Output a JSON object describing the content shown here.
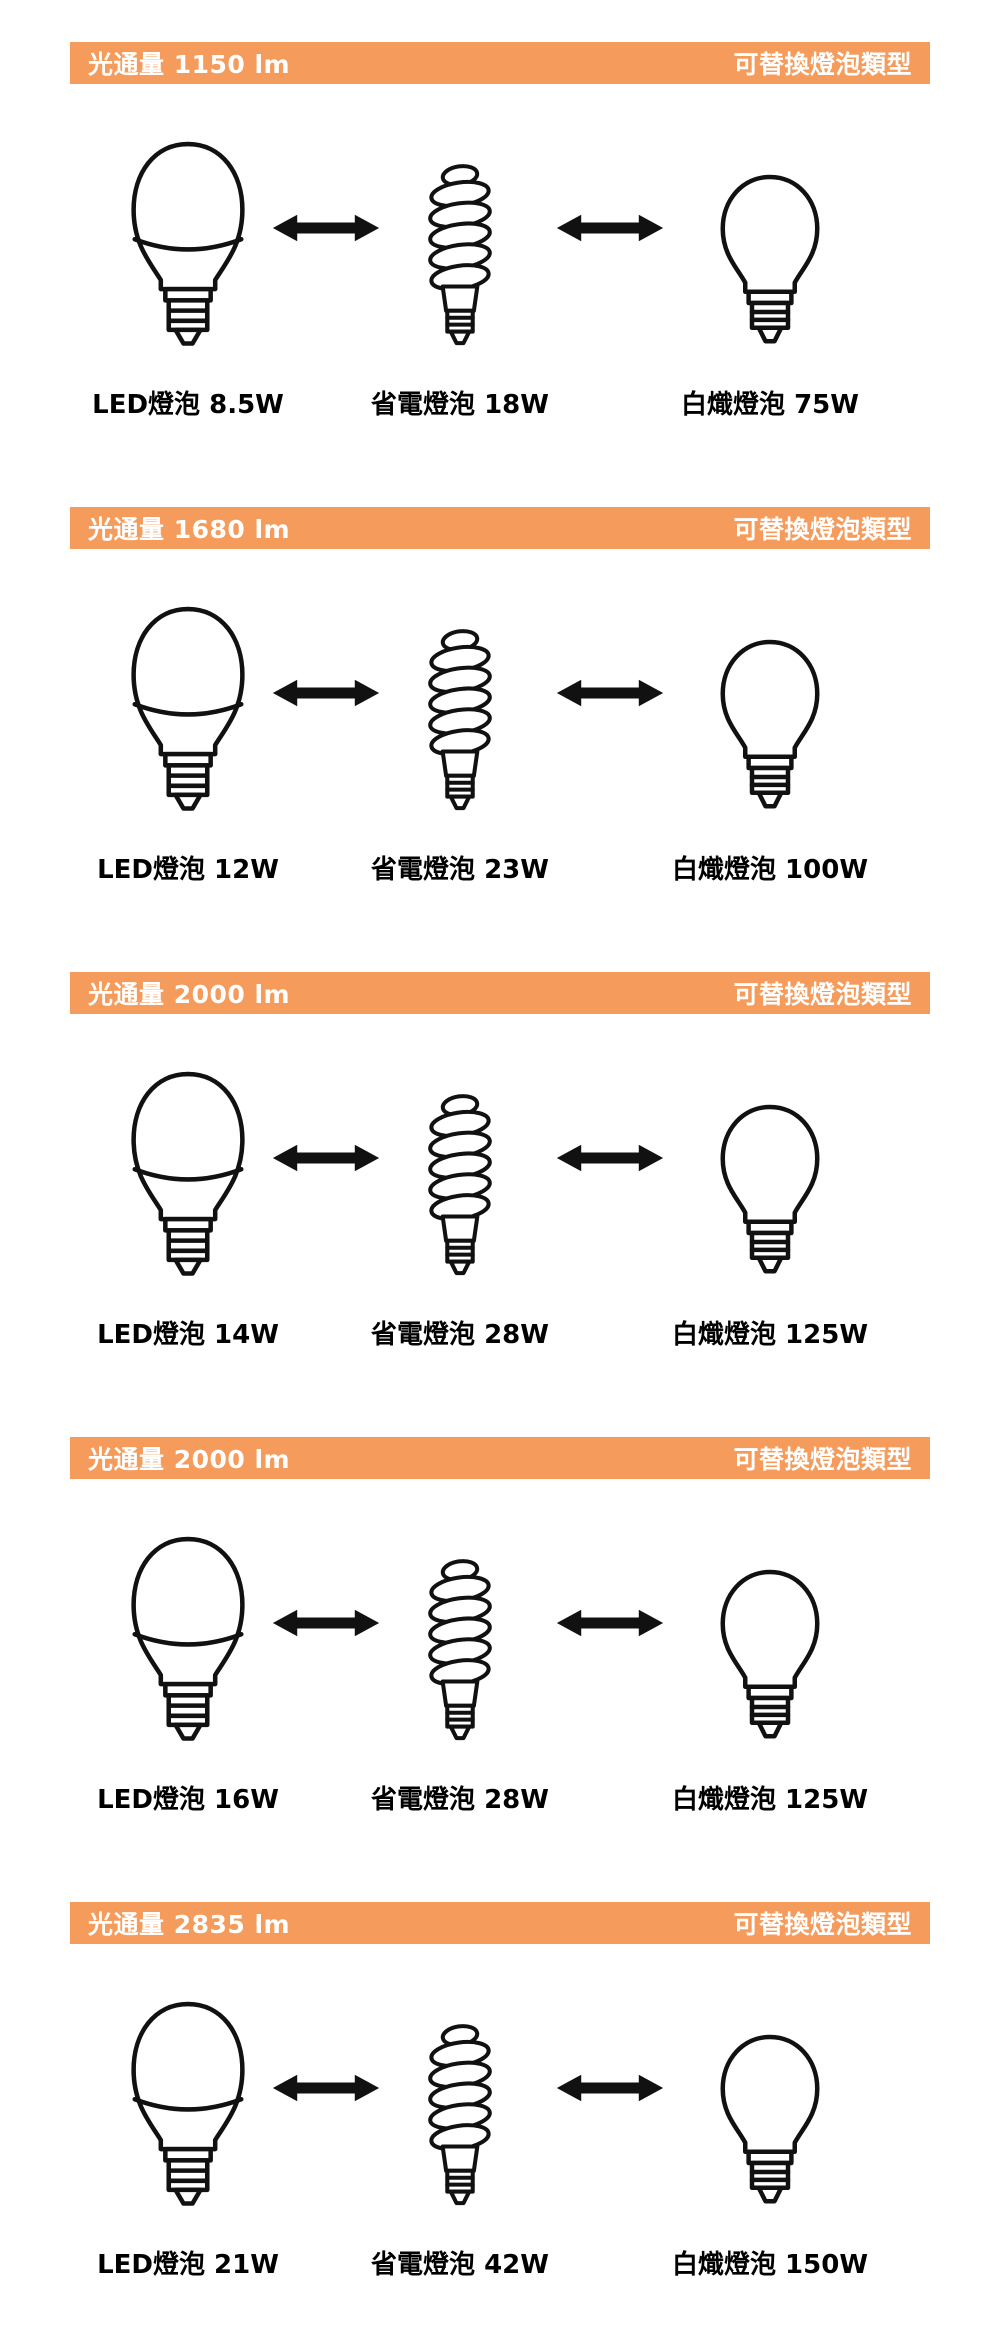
{
  "page": {
    "background": "#ffffff",
    "accent_color": "#f59b5b",
    "outline_color": "#111111",
    "text_color": "#000000"
  },
  "icons": {
    "led_bulb": "led-bulb-icon",
    "cfl_bulb": "cfl-spiral-bulb-icon",
    "incandescent_bulb": "incandescent-bulb-icon",
    "arrow": "double-headed-arrow-icon"
  },
  "sections": [
    {
      "lumens_label": "光通量 1150 lm",
      "replace_label": "可替換燈泡類型",
      "led_label": "LED燈泡 8.5W",
      "cfl_label": "省電燈泡 18W",
      "incandescent_label": "白熾燈泡 75W"
    },
    {
      "lumens_label": "光通量 1680 lm",
      "replace_label": "可替換燈泡類型",
      "led_label": "LED燈泡 12W",
      "cfl_label": "省電燈泡 23W",
      "incandescent_label": "白熾燈泡 100W"
    },
    {
      "lumens_label": "光通量 2000 lm",
      "replace_label": "可替換燈泡類型",
      "led_label": "LED燈泡 14W",
      "cfl_label": "省電燈泡 28W",
      "incandescent_label": "白熾燈泡 125W"
    },
    {
      "lumens_label": "光通量 2000 lm",
      "replace_label": "可替換燈泡類型",
      "led_label": "LED燈泡 16W",
      "cfl_label": "省電燈泡 28W",
      "incandescent_label": "白熾燈泡 125W"
    },
    {
      "lumens_label": "光通量 2835 lm",
      "replace_label": "可替換燈泡類型",
      "led_label": "LED燈泡 21W",
      "cfl_label": "省電燈泡 42W",
      "incandescent_label": "白熾燈泡 150W"
    }
  ]
}
